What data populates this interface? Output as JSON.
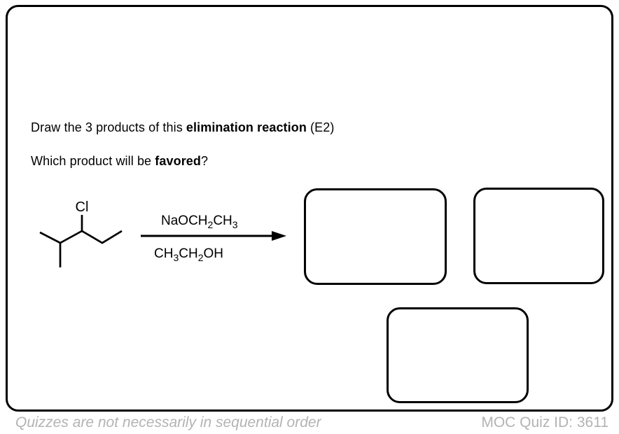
{
  "question": {
    "line1_pre": "Draw the 3 products of this ",
    "line1_bold": "elimination reaction",
    "line1_post": " (E2)",
    "line2_pre": "Which product will be ",
    "line2_bold": "favored",
    "line2_post": "?"
  },
  "reaction": {
    "chlorine_label": "Cl",
    "reagent_parts": [
      "NaOCH",
      "2",
      "CH",
      "3"
    ],
    "solvent_parts": [
      "CH",
      "3",
      "CH",
      "2",
      "OH"
    ]
  },
  "answer_boxes": {
    "count": 3
  },
  "footer": {
    "note": "Quizzes are not necessarily in sequential order",
    "quiz_id": "MOC Quiz ID: 3611"
  },
  "colors": {
    "ink": "#000000",
    "footer_text": "#b3b3b3",
    "background": "#ffffff"
  }
}
